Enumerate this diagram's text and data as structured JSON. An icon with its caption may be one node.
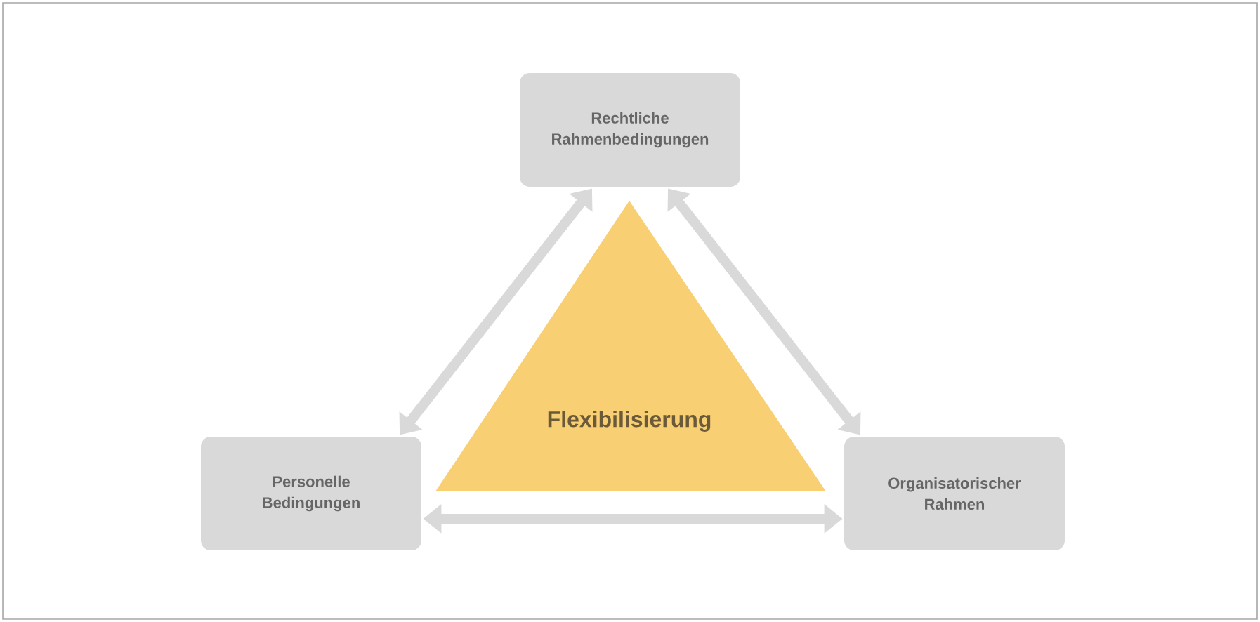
{
  "diagram": {
    "nodes": [
      {
        "text": [
          "Rechtliche Rahmenbedingungen"
        ]
      },
      {
        "text": [
          "Flexibilisierung"
        ]
      },
      {
        "text": [
          "Personelle Bedingungen"
        ]
      },
      {
        "text": [
          "Organisatorischer Rahmen"
        ]
      }
    ],
    "edges": [
      {
        "from": 0,
        "to": 2,
        "arrow": "both"
      },
      {
        "from": 0,
        "to": 3,
        "arrow": "both"
      },
      {
        "from": 2,
        "to": 3,
        "arrow": "both"
      }
    ]
  }
}
